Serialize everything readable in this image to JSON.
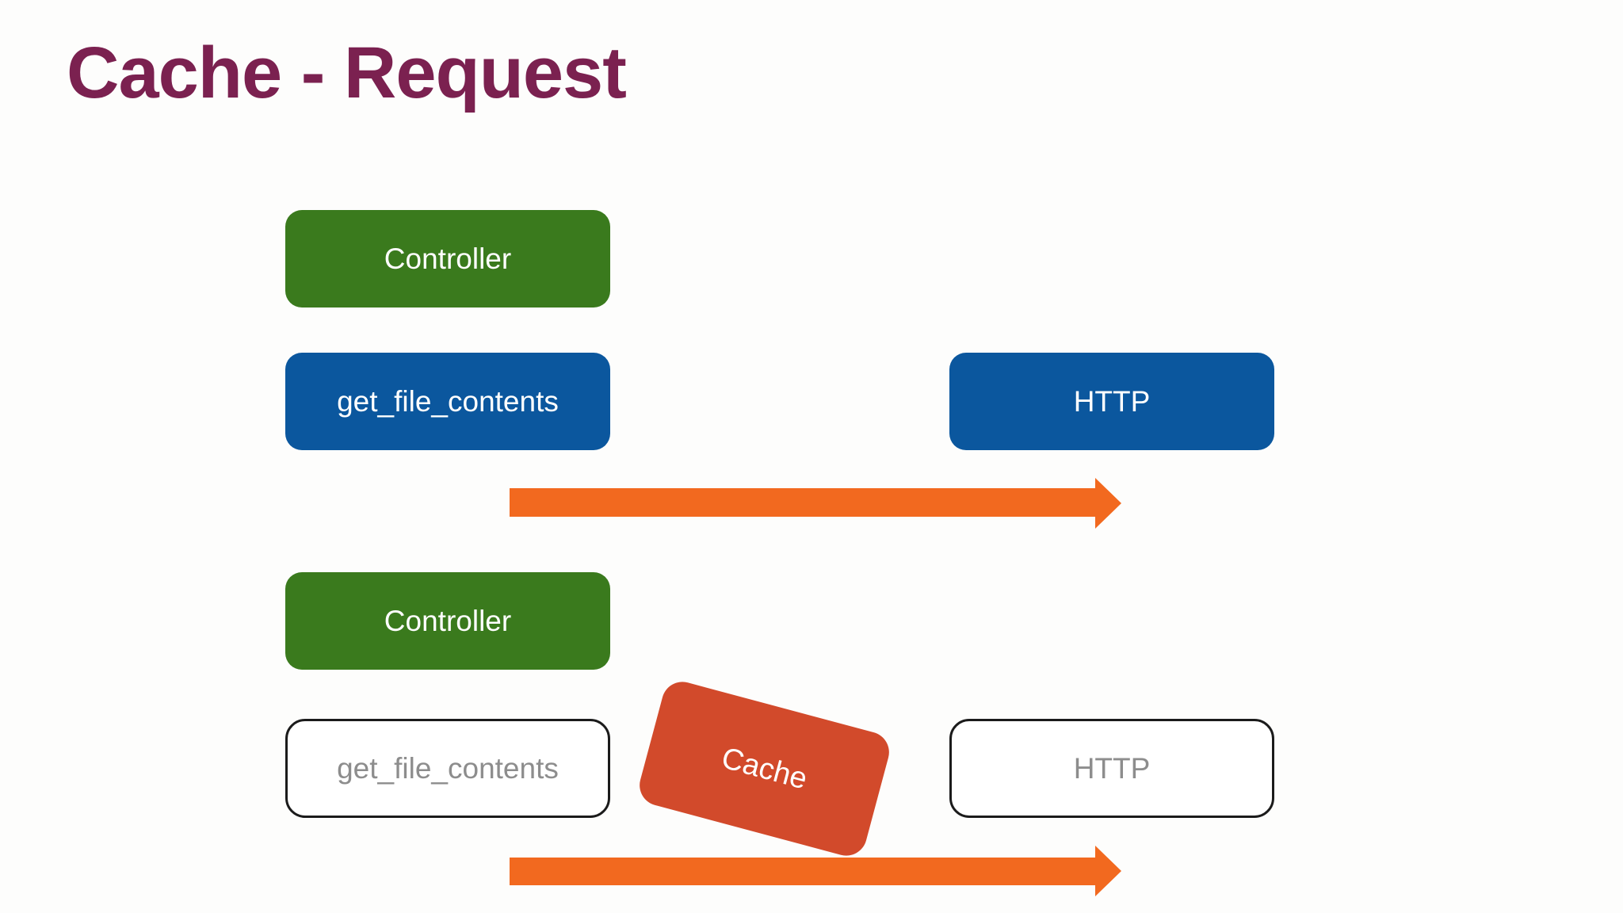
{
  "slide": {
    "title": "Cache - Request"
  },
  "colors": {
    "title_text": "#7b2150",
    "controller_green": "#3a7a1d",
    "active_blue": "#0b579e",
    "arrow_orange": "#f2691f",
    "cache_red": "#d24a2b",
    "inactive_text_gray": "#8d8d8d",
    "inactive_border_black": "#1b1b1b",
    "box_text_white": "#ffffff",
    "slide_background": "#fdfdfc"
  },
  "icons": {
    "request_arrow": "right-arrow-shape"
  },
  "diagram": {
    "top_row": {
      "controller_label": "Controller",
      "get_file_contents_label": "get_file_contents",
      "http_label": "HTTP"
    },
    "bottom_row": {
      "controller_label": "Controller",
      "get_file_contents_label": "get_file_contents",
      "cache_label": "Cache",
      "http_label": "HTTP"
    }
  }
}
